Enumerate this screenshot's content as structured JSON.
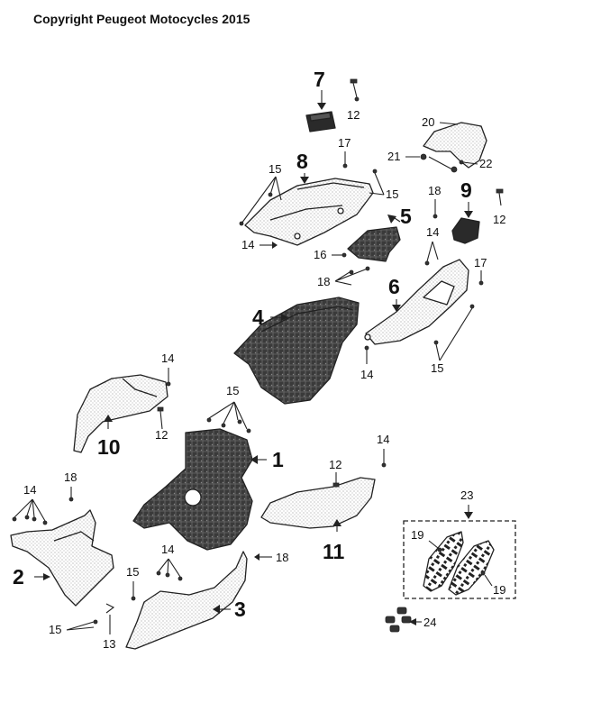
{
  "copyright": "Copyright Peugeot Motocycles 2015",
  "kit_box": {
    "label": "23"
  },
  "parts": [
    {
      "id": "p1",
      "label": "1",
      "size": "big"
    },
    {
      "id": "p2",
      "label": "2",
      "size": "big"
    },
    {
      "id": "p3",
      "label": "3",
      "size": "big"
    },
    {
      "id": "p4",
      "label": "4",
      "size": "big"
    },
    {
      "id": "p5",
      "label": "5",
      "size": "big"
    },
    {
      "id": "p6",
      "label": "6",
      "size": "big"
    },
    {
      "id": "p7",
      "label": "7",
      "size": "big"
    },
    {
      "id": "p8",
      "label": "8",
      "size": "big"
    },
    {
      "id": "p9",
      "label": "9",
      "size": "big"
    },
    {
      "id": "p10",
      "label": "10",
      "size": "big"
    },
    {
      "id": "p11",
      "label": "11",
      "size": "big"
    }
  ],
  "callouts": [
    {
      "id": "c12a",
      "label": "12"
    },
    {
      "id": "c17a",
      "label": "17"
    },
    {
      "id": "c15a",
      "label": "15"
    },
    {
      "id": "c15b",
      "label": "15"
    },
    {
      "id": "c14a",
      "label": "14"
    },
    {
      "id": "c20",
      "label": "20"
    },
    {
      "id": "c21",
      "label": "21"
    },
    {
      "id": "c22",
      "label": "22"
    },
    {
      "id": "c18a",
      "label": "18"
    },
    {
      "id": "c12b",
      "label": "12"
    },
    {
      "id": "c14b",
      "label": "14"
    },
    {
      "id": "c16",
      "label": "16"
    },
    {
      "id": "c18b",
      "label": "18"
    },
    {
      "id": "c17b",
      "label": "17"
    },
    {
      "id": "c14c",
      "label": "14"
    },
    {
      "id": "c15c",
      "label": "15"
    },
    {
      "id": "c14d",
      "label": "14"
    },
    {
      "id": "c12c",
      "label": "12"
    },
    {
      "id": "c15d",
      "label": "15"
    },
    {
      "id": "c14e",
      "label": "14"
    },
    {
      "id": "c12d",
      "label": "12"
    },
    {
      "id": "c14f",
      "label": "14"
    },
    {
      "id": "c18c",
      "label": "18"
    },
    {
      "id": "c19a",
      "label": "19"
    },
    {
      "id": "c19b",
      "label": "19"
    },
    {
      "id": "c14g",
      "label": "14"
    },
    {
      "id": "c18d",
      "label": "18"
    },
    {
      "id": "c15e",
      "label": "15"
    },
    {
      "id": "c15f",
      "label": "15"
    },
    {
      "id": "c13",
      "label": "13"
    },
    {
      "id": "c24",
      "label": "24"
    }
  ]
}
